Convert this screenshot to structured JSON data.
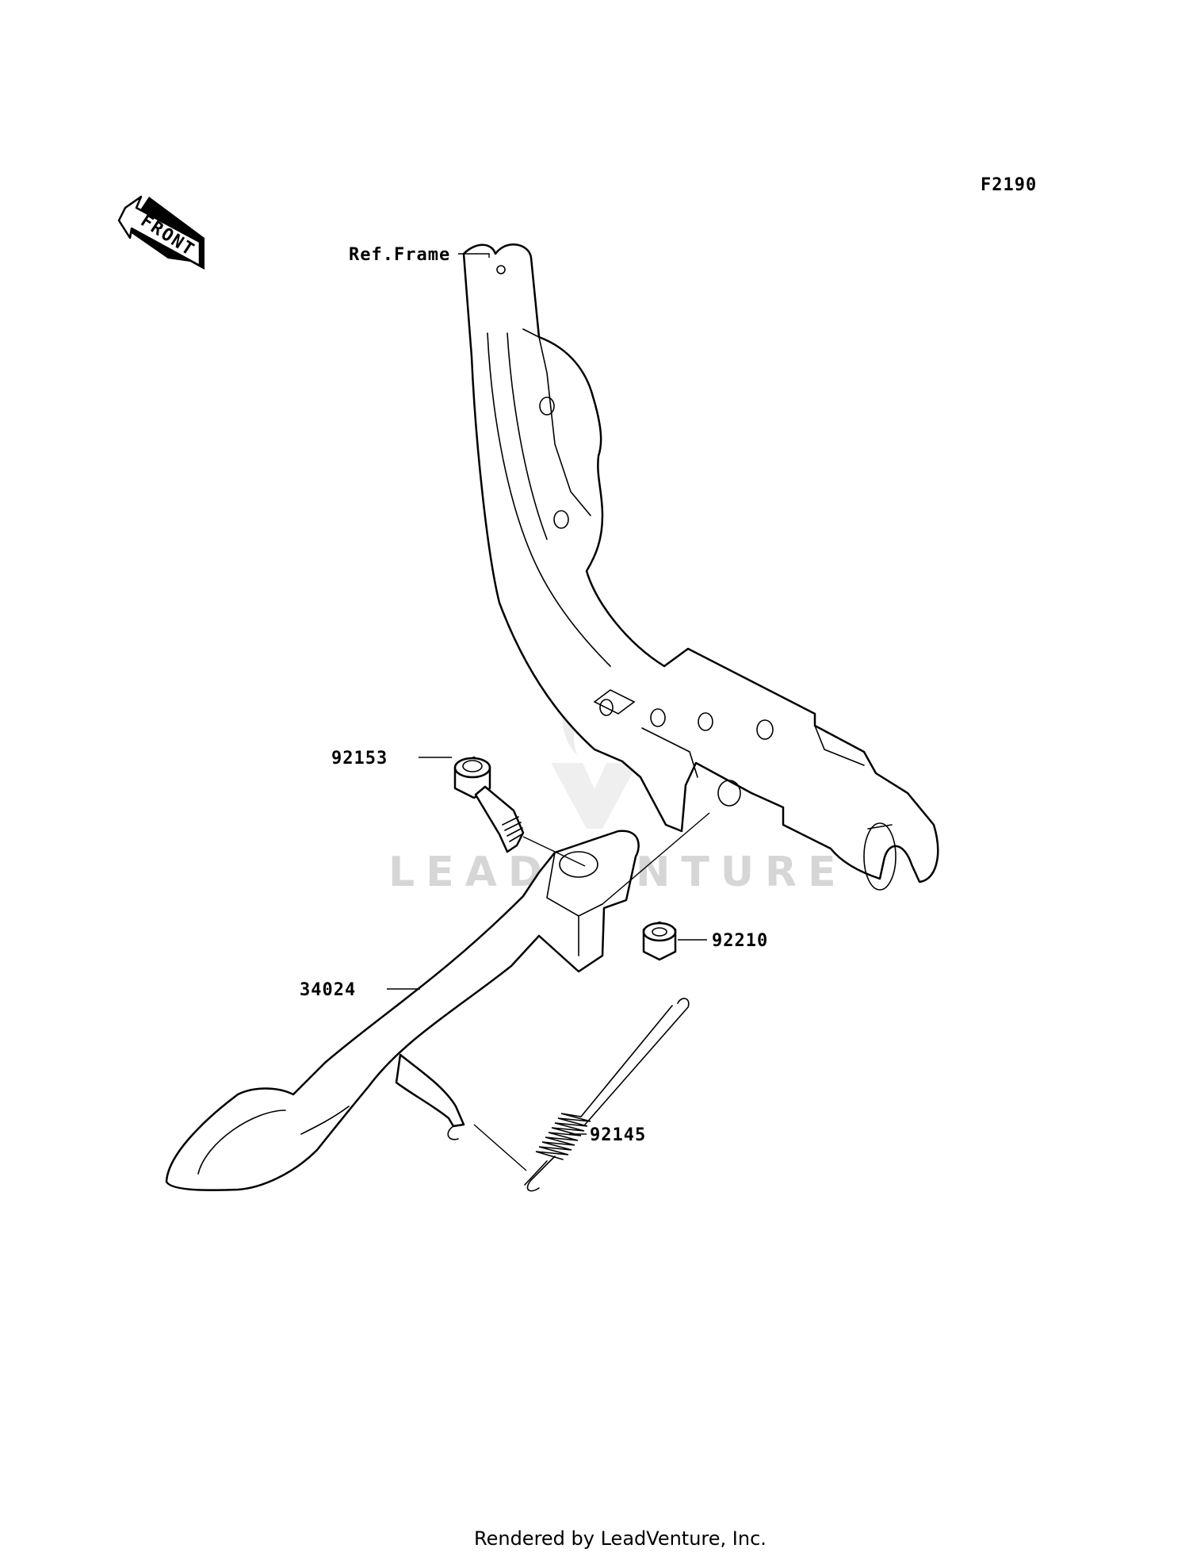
{
  "figure_code": "F2190",
  "front_indicator": "FRONT",
  "watermark": "LEADVENTURE",
  "footer": "Rendered by LeadVenture, Inc.",
  "callouts": {
    "ref_frame": "Ref.Frame",
    "bolt": "92153",
    "nut": "92210",
    "stand": "34024",
    "spring": "92145"
  }
}
